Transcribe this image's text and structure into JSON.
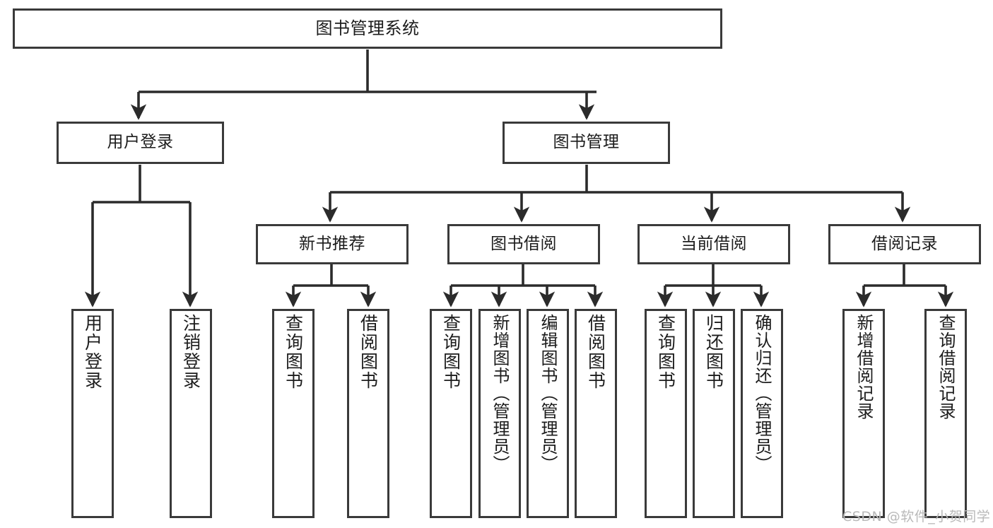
{
  "diagram": {
    "title": "图书管理系统",
    "type": "tree-flowchart",
    "orientation": "top-down",
    "colors": {
      "box_border": "#3a3a3a",
      "box_fill": "#ffffff",
      "edge": "#2b2b2b",
      "text": "#1c1c1c",
      "watermark": "#b9b9b9",
      "background": "#ffffff"
    }
  },
  "nodes": {
    "root": {
      "label": "图书管理系统"
    },
    "level2": [
      {
        "label": "用户登录"
      },
      {
        "label": "图书管理"
      }
    ],
    "level3": [
      {
        "label": "新书推荐"
      },
      {
        "label": "图书借阅"
      },
      {
        "label": "当前借阅"
      },
      {
        "label": "借阅记录"
      }
    ],
    "leaves": {
      "user_login": [
        {
          "label": "用户登录"
        },
        {
          "label": "注销登录"
        }
      ],
      "new_book_recommend": [
        {
          "label": "查询图书"
        },
        {
          "label": "借阅图书"
        }
      ],
      "book_borrow": [
        {
          "label": "查询图书"
        },
        {
          "label": "新增图书（管理员）"
        },
        {
          "label": "编辑图书（管理员）"
        },
        {
          "label": "借阅图书"
        }
      ],
      "current_borrow": [
        {
          "label": "查询图书"
        },
        {
          "label": "归还图书"
        },
        {
          "label": "确认归还（管理员）"
        }
      ],
      "borrow_record": [
        {
          "label": "新增借阅记录"
        },
        {
          "label": "查询借阅记录"
        }
      ]
    }
  },
  "watermark": {
    "text": "CSDN @软件_小贺同学"
  }
}
